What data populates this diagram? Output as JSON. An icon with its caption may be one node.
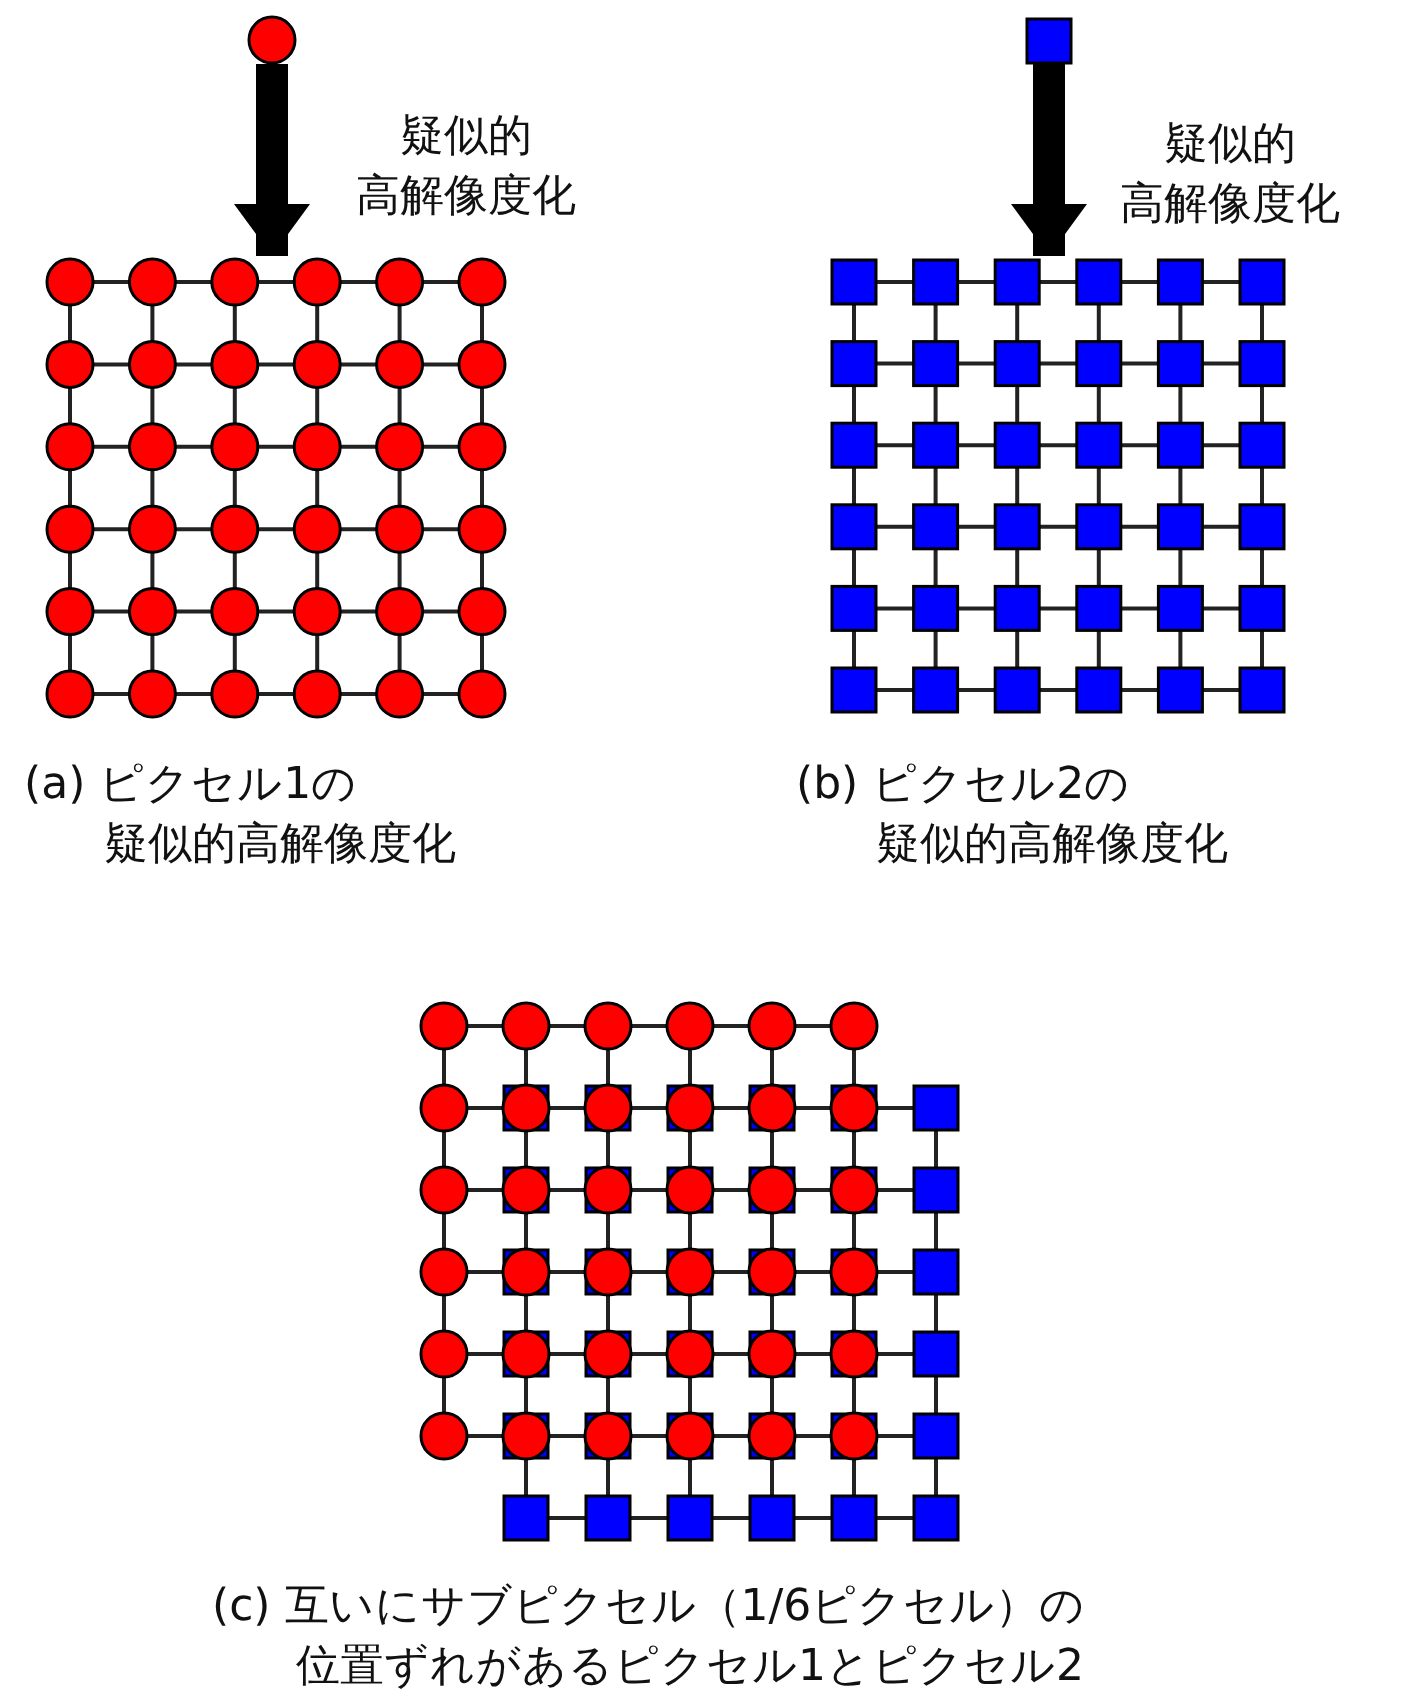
{
  "diagram": {
    "nodes": [
      {
        "text": [],
        "shape": "circle"
      },
      {
        "text": [],
        "shape": "box"
      },
      {
        "text": [],
        "shape": "grid",
        "beside": [
          "(a) ピクセル1の疑似的高解像度化"
        ]
      },
      {
        "text": [],
        "shape": "grid",
        "beside": [
          "(b) ピクセル2の疑似的高解像度化"
        ]
      },
      {
        "text": [],
        "shape": "grid",
        "beside": [
          "(c) 互いにサブピクセル（1/6ピクセル）の位置ずれがあるピクセル1とピクセル2"
        ]
      }
    ],
    "edges": [
      {
        "from": 0,
        "to": 2,
        "arrow": "to",
        "label": "疑似的高解像度化"
      },
      {
        "from": 1,
        "to": 3,
        "arrow": "to",
        "label": "疑似的高解像度化"
      }
    ]
  }
}
